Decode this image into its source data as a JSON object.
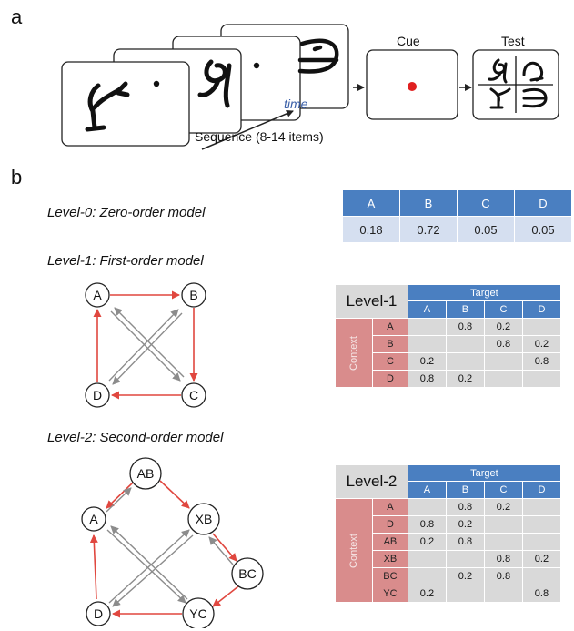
{
  "panel_a": {
    "letter": "a",
    "cue_label": "Cue",
    "test_label": "Test",
    "time_label": "time",
    "sequence_label": "Sequence (8-14 items)"
  },
  "panel_b": {
    "letter": "b",
    "level0": {
      "title": "Level-0: Zero-order model",
      "headers": [
        "A",
        "B",
        "C",
        "D"
      ],
      "values": [
        "0.18",
        "0.72",
        "0.05",
        "0.05"
      ]
    },
    "level1": {
      "title": "Level-1: First-order model",
      "corner": "Level-1",
      "target_label": "Target",
      "context_label": "Context",
      "columns": [
        "A",
        "B",
        "C",
        "D"
      ],
      "rows": [
        {
          "label": "A",
          "cells": [
            "",
            "0.8",
            "0.2",
            ""
          ]
        },
        {
          "label": "B",
          "cells": [
            "",
            "",
            "0.8",
            "0.2"
          ]
        },
        {
          "label": "C",
          "cells": [
            "0.2",
            "",
            "",
            "0.8"
          ]
        },
        {
          "label": "D",
          "cells": [
            "0.8",
            "0.2",
            "",
            ""
          ]
        }
      ],
      "nodes": [
        "A",
        "B",
        "C",
        "D"
      ]
    },
    "level2": {
      "title": "Level-2: Second-order model",
      "corner": "Level-2",
      "target_label": "Target",
      "context_label": "Context",
      "columns": [
        "A",
        "B",
        "C",
        "D"
      ],
      "rows": [
        {
          "label": "A",
          "cells": [
            "",
            "0.8",
            "0.2",
            ""
          ]
        },
        {
          "label": "D",
          "cells": [
            "0.8",
            "0.2",
            "",
            ""
          ]
        },
        {
          "label": "AB",
          "cells": [
            "0.2",
            "0.8",
            "",
            ""
          ]
        },
        {
          "label": "XB",
          "cells": [
            "",
            "",
            "0.8",
            "0.2"
          ]
        },
        {
          "label": "BC",
          "cells": [
            "",
            "0.2",
            "0.8",
            ""
          ]
        },
        {
          "label": "YC",
          "cells": [
            "0.2",
            "",
            "",
            "0.8"
          ]
        }
      ],
      "nodes": [
        "AB",
        "A",
        "XB",
        "BC",
        "D",
        "YC"
      ]
    }
  },
  "colors": {
    "transition_red": "#e0473f",
    "transition_gray": "#8c8c8c",
    "cue_dot": "#e02020",
    "header_blue": "#4a7fc1",
    "context_pink": "#d98c8c"
  }
}
